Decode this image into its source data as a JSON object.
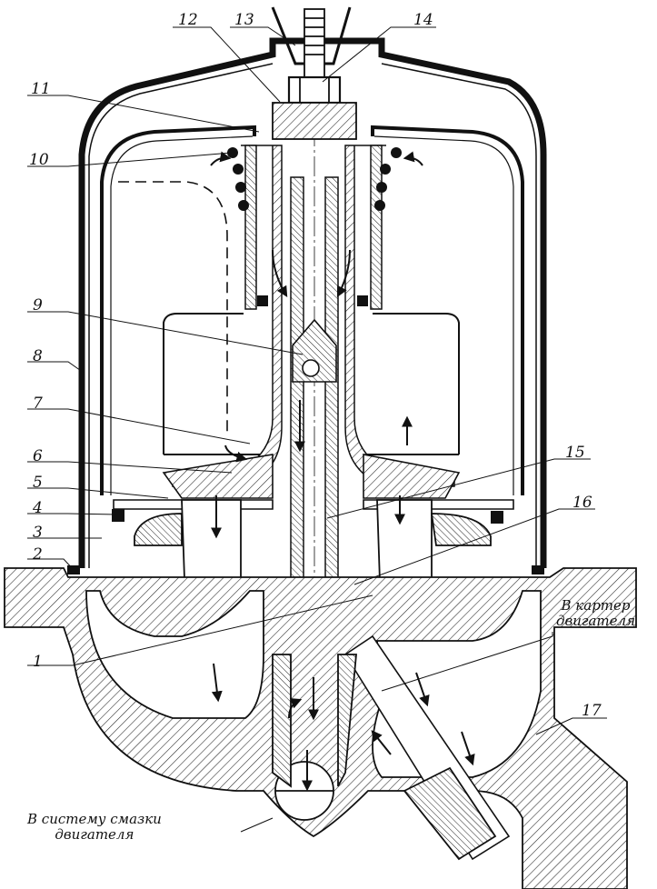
{
  "figure": {
    "callouts": [
      {
        "id": "c1",
        "text": "1"
      },
      {
        "id": "c2",
        "text": "2"
      },
      {
        "id": "c3",
        "text": "3"
      },
      {
        "id": "c4",
        "text": "4"
      },
      {
        "id": "c5",
        "text": "5"
      },
      {
        "id": "c6",
        "text": "6"
      },
      {
        "id": "c7",
        "text": "7"
      },
      {
        "id": "c8",
        "text": "8"
      },
      {
        "id": "c9",
        "text": "9"
      },
      {
        "id": "c10",
        "text": "10"
      },
      {
        "id": "c11",
        "text": "11"
      },
      {
        "id": "c12",
        "text": "12"
      },
      {
        "id": "c13",
        "text": "13"
      },
      {
        "id": "c14",
        "text": "14"
      },
      {
        "id": "c15",
        "text": "15"
      },
      {
        "id": "c16",
        "text": "16"
      },
      {
        "id": "c17",
        "text": "17"
      }
    ],
    "captions": {
      "crankcase_line1": "В картер",
      "crankcase_line2": "двигателя",
      "lube_line1": "В систему смазки",
      "lube_line2": "двигателя"
    }
  }
}
